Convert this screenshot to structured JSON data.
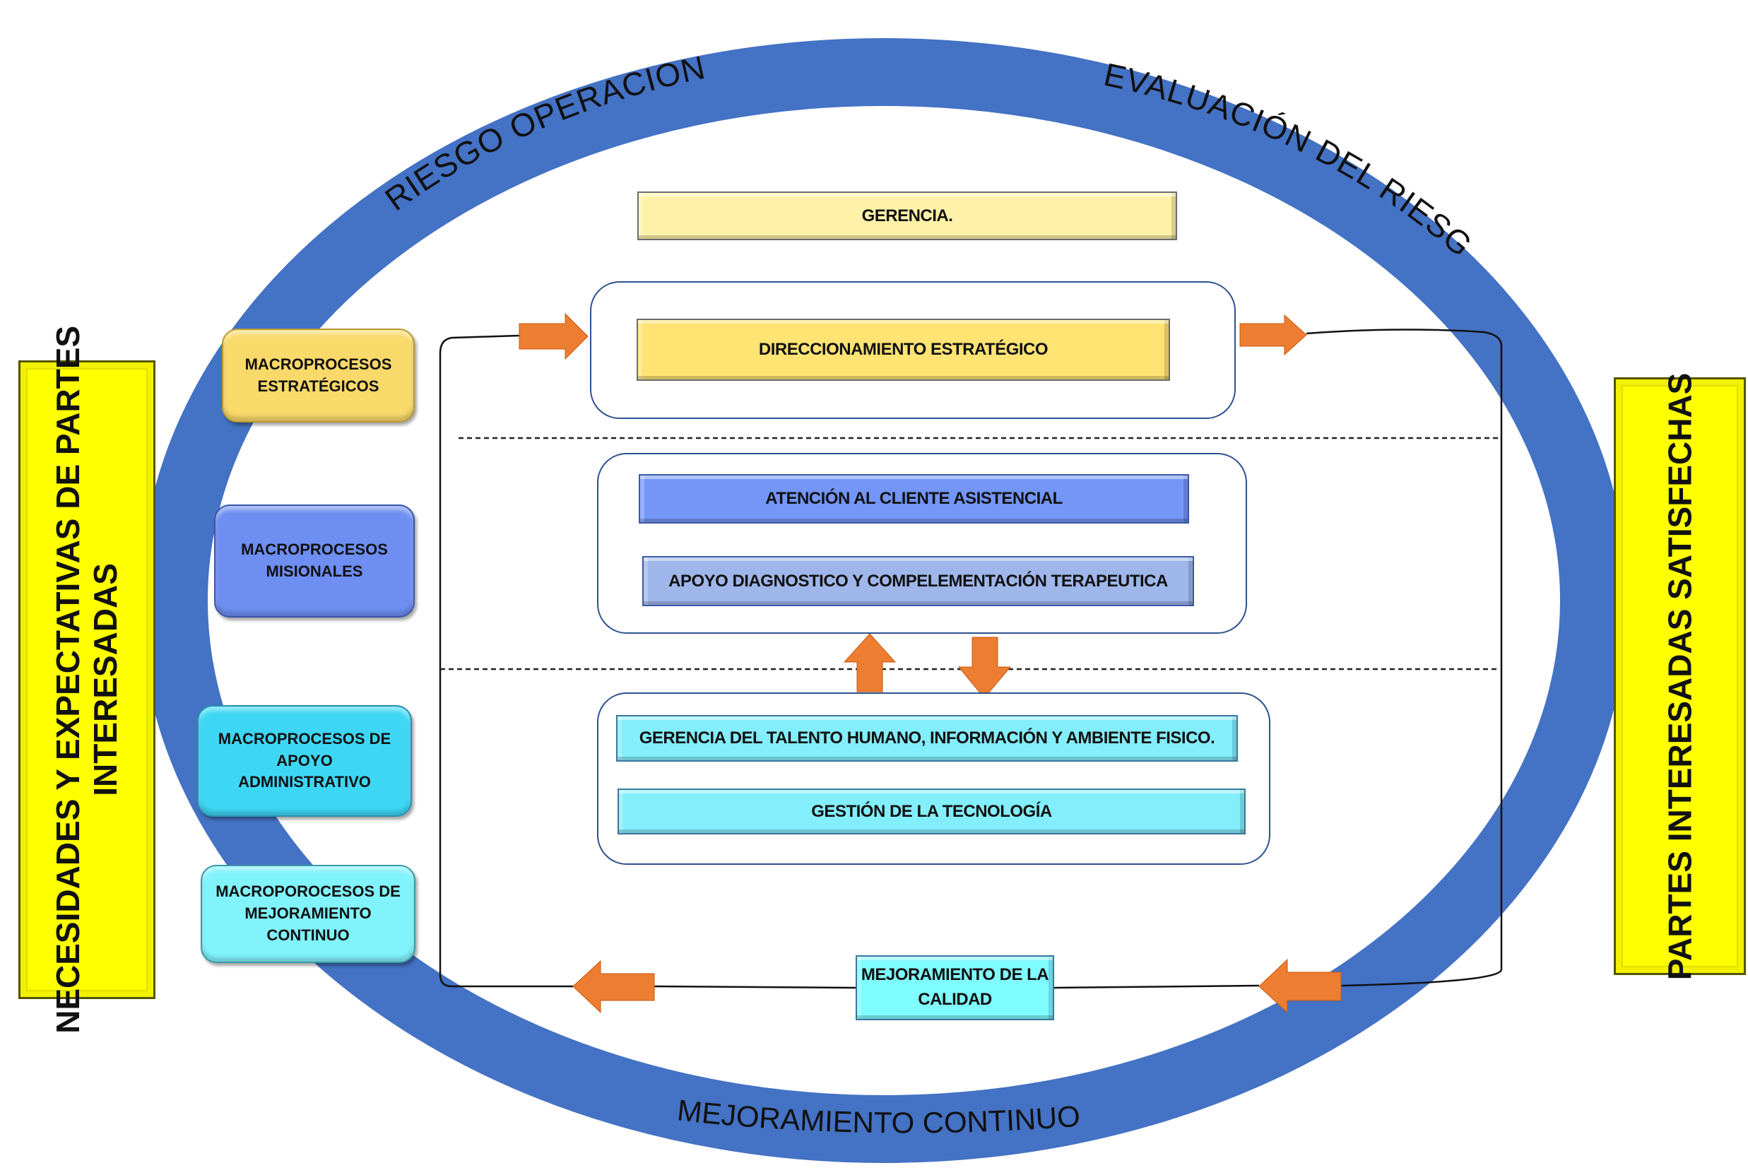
{
  "diagram": {
    "ring_labels": {
      "top_left": "RIESGO OPERACIONAL",
      "top_right": "EVALUACIÓN DEL RIESGO",
      "bottom": "MEJORAMIENTO CONTINUO"
    },
    "inputs": {
      "label": "NECESIDADES Y EXPECTATIVAS DE PARTES INTERESADAS",
      "line1": "NECESIDADES Y EXPECTATIVAS DE PARTES",
      "line2": "INTERESADAS"
    },
    "outputs": {
      "label": "PARTES INTERESADAS SATISFECHAS"
    },
    "macroprocess_legend": [
      {
        "key": "estrategicos",
        "line1": "MACROPROCESOS",
        "line2": "ESTRATÉGICOS",
        "line3": ""
      },
      {
        "key": "misionales",
        "line1": "MACROPROCESOS",
        "line2": "MISIONALES",
        "line3": ""
      },
      {
        "key": "apoyo",
        "line1": "MACROPROCESOS DE",
        "line2": "APOYO",
        "line3": "ADMINISTRATIVO"
      },
      {
        "key": "mejoramiento",
        "line1": "MACROPOROCESOS DE",
        "line2": "MEJORAMIENTO",
        "line3": "CONTINUO"
      }
    ],
    "top_process": "GERENCIA.",
    "strategic_processes": [
      "DIRECCIONAMIENTO ESTRATÉGICO"
    ],
    "mission_processes": [
      "ATENCIÓN AL CLIENTE ASISTENCIAL",
      "APOYO DIAGNOSTICO Y COMPELEMENTACIÓN TERAPEUTICA"
    ],
    "support_processes": [
      "GERENCIA DEL TALENTO HUMANO, INFORMACIÓN Y AMBIENTE FISICO.",
      "GESTIÓN DE LA TECNOLOGÍA"
    ],
    "improvement_process": {
      "line1": "MEJORAMIENTO DE LA",
      "line2": "CALIDAD"
    },
    "colors": {
      "ring": "#4472c4",
      "arrow": "#ed7d31",
      "side_boxes": "#ffff00",
      "strategic": "#ffe373",
      "mission": "#7396f7",
      "support": "#83eefc"
    }
  }
}
